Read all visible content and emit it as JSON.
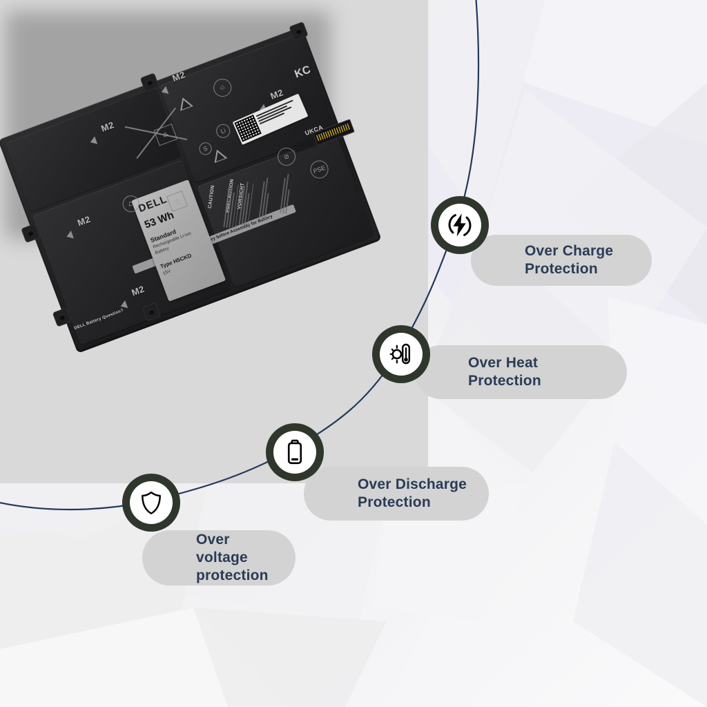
{
  "page": {
    "type": "product-infographic",
    "product": "Dell laptop replacement battery"
  },
  "colors": {
    "badge_ring": "#2f362c",
    "badge_face": "#ffffff",
    "icon_stroke": "#000000",
    "pill_bg": "#d3d3d3",
    "pill_text": "#2a3b56",
    "curve_line": "#22395c",
    "backdrop_panel": "#d9d9d9",
    "page_bg": "#f2f2f4"
  },
  "battery": {
    "brand": "DELL",
    "logo_text": "DELL",
    "capacity": "53 Wh",
    "grade_line": "Standard",
    "chemistry_line": "Rechargeable\nLi-Ion Battery",
    "type_label": "Type H5CKD",
    "voltage": "15V",
    "banner_text": "Questions? Read This Battery before Assembly for Battery",
    "question_text": "DELL Battery Question?",
    "caution_headings": [
      "CAUTION",
      "PRECAUTION",
      "VORSICHT"
    ],
    "orientation_marks": [
      "M2",
      "M2",
      "M2",
      "M2",
      "M2"
    ],
    "compliance_marks": [
      "CE",
      "PSE",
      "UKCA",
      "KC",
      "recycle",
      "crossed-out-wheelie-bin"
    ]
  },
  "features": [
    {
      "id": "over-charge",
      "icon": "lightning-bolt-icon",
      "label": "Over Charge\nProtection"
    },
    {
      "id": "over-heat",
      "icon": "sun-thermometer-icon",
      "label": "Over Heat\nProtection"
    },
    {
      "id": "over-discharge",
      "icon": "low-battery-icon",
      "label": "Over Discharge\nProtection"
    },
    {
      "id": "over-voltage",
      "icon": "shield-icon",
      "label": "Over voltage\nprotection"
    }
  ]
}
